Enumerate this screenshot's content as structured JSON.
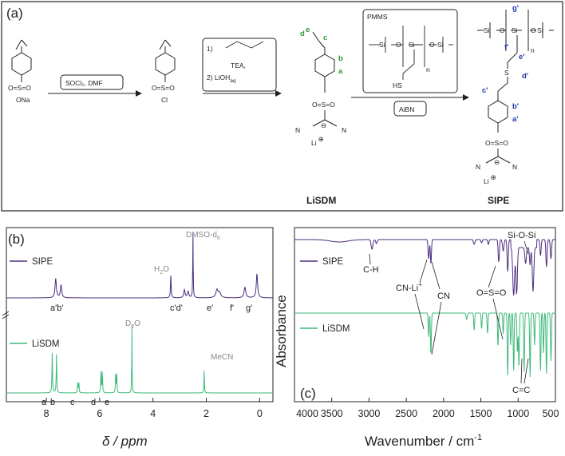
{
  "panel_a": {
    "letter": "(a)",
    "reagents": {
      "step1": "SOCl₂, DMF",
      "step2_line1": "1)",
      "step2_line2": "TEA,",
      "step2_line3": "2)  LiOH",
      "step2_line3_sub": "aq",
      "step3_top": "PMMS",
      "step3_bottom": "AiBN"
    },
    "compounds": {
      "start_group": "O=S=O",
      "start_ona": "ONa",
      "intermediate_cl": "Cl",
      "lisdm_name": "LiSDM",
      "sipe_name": "SIPE",
      "li_plus": "Li",
      "sh_label": "HS",
      "n_label": "n"
    },
    "site_labels_lisdm": [
      "a",
      "b",
      "c",
      "d",
      "e"
    ],
    "site_labels_sipe": [
      "a'",
      "b'",
      "c'",
      "d'",
      "e'",
      "f'",
      "g'"
    ]
  },
  "panel_b": {
    "letter": "(b)",
    "xlabel": "δ / ppm",
    "xticks": [
      "8",
      "6",
      "4",
      "2",
      "0"
    ],
    "legend": [
      "SIPE",
      "LiSDM"
    ],
    "colors": {
      "SIPE": "#4b2d7f",
      "LiSDM": "#3cba7a"
    },
    "annotations_sipe": {
      "ab": "a'b'",
      "cd": "c'd'",
      "e": "e'",
      "f": "f'",
      "g": "g'",
      "dmso": "DMSO-d",
      "dmso_sub": "6",
      "h2o": "H",
      "h2o_sub": "2",
      "h2o_tail": "O"
    },
    "annotations_lisdm": {
      "a": "a",
      "b": "b",
      "c": "c",
      "d": "d",
      "e": "e",
      "d2o": "D",
      "d2o_sub": "2",
      "d2o_tail": "O",
      "mecn": "MeCN"
    }
  },
  "panel_c": {
    "letter": "(c)",
    "xlabel": "Wavenumber / cm",
    "xlabel_sup": "-1",
    "ylabel": "Absorbance",
    "xticks": [
      "4000",
      "3500",
      "3000",
      "2500",
      "2000",
      "1500",
      "1000",
      "500"
    ],
    "legend": [
      "SIPE",
      "LiSDM"
    ],
    "annotations": {
      "ch": "C-H",
      "cnli": "CN-Li",
      "cnli_sup": "+",
      "cn": "CN",
      "oso": "O=S=O",
      "siosi": "Si-O-Si",
      "cc": "C=C"
    }
  },
  "chart_data": [
    {
      "type": "line",
      "title": "",
      "xlabel": "δ / ppm",
      "ylabel": "",
      "xlim": [
        9.5,
        -0.5
      ],
      "series": [
        {
          "name": "SIPE",
          "peaks_ppm": [
            7.65,
            7.45,
            3.33,
            2.5,
            2.8,
            2.65,
            1.6,
            0.55,
            0.1
          ]
        },
        {
          "name": "LiSDM",
          "peaks_ppm": [
            7.75,
            7.55,
            6.8,
            5.9,
            5.35,
            4.79,
            2.08
          ]
        }
      ]
    },
    {
      "type": "line",
      "title": "",
      "xlabel": "Wavenumber / cm-1",
      "ylabel": "Absorbance",
      "xlim": [
        4000,
        500
      ],
      "series": [
        {
          "name": "SIPE",
          "bands_cm-1": [
            2960,
            2200,
            2170,
            1590,
            1260,
            1140,
            1060,
            1020,
            800
          ]
        },
        {
          "name": "LiSDM",
          "bands_cm-1": [
            2200,
            2170,
            1590,
            1270,
            1140,
            1060,
            990,
            920,
            840,
            700,
            620
          ]
        }
      ]
    }
  ]
}
